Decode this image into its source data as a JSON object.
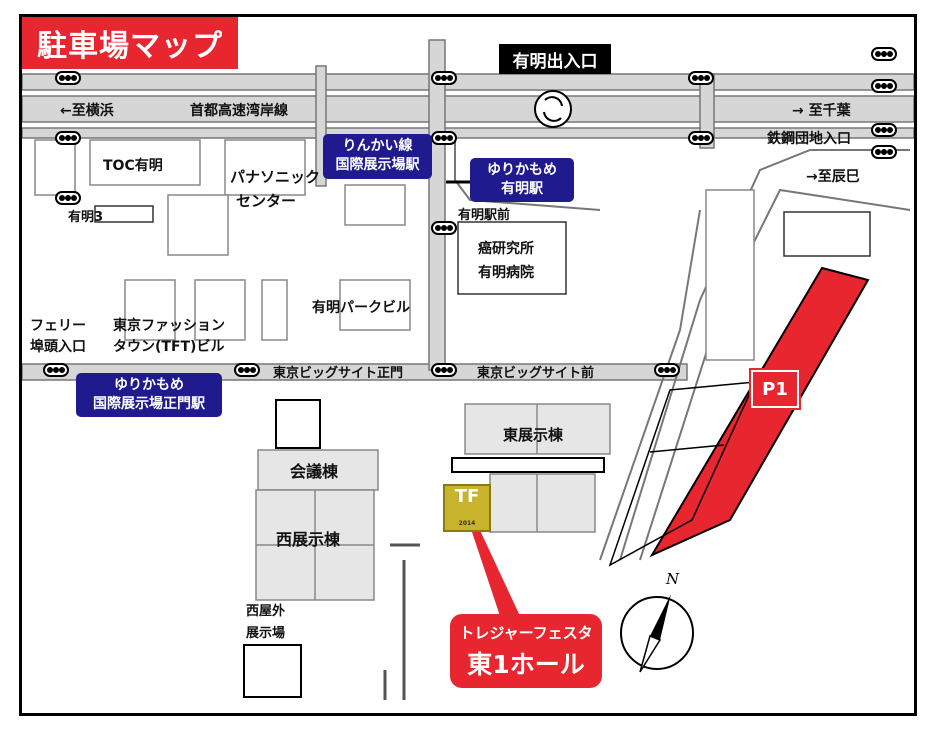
{
  "title": "駐車場マップ",
  "entrance": "有明出入口",
  "roads": {
    "expressway": "首都高速湾岸線",
    "to_yokohama": "←至横浜",
    "to_chiba": "→ 至千葉",
    "to_tatsumi": "→至辰巳",
    "tekko_danchi": "鉄鋼団地入口"
  },
  "stations": {
    "rinkai": [
      "りんかい線",
      "国際展示場駅"
    ],
    "yurikamome_ariake": [
      "ゆりかもめ",
      "有明駅"
    ],
    "yurikamome_seimon": [
      "ゆりかもめ",
      "国際展示場正門駅"
    ]
  },
  "places": {
    "toc": "TOC有明",
    "panasonic": [
      "パナソニック",
      "センター"
    ],
    "ariake3": "有明3",
    "ariake_station_front": "有明駅前",
    "cancer_institute": [
      "癌研究所",
      "有明病院"
    ],
    "park_bldg": "有明パークビル",
    "ferry": [
      "フェリー",
      "埠頭入口"
    ],
    "tft": [
      "東京ファッション",
      "タウン(TFT)ビル"
    ],
    "bigsight_seimon": "東京ビッグサイト正門",
    "bigsight_mae": "東京ビッグサイト前",
    "east_hall": "東展示棟",
    "conference": "会議棟",
    "west_hall": "西展示棟",
    "west_outdoor": [
      "西屋外",
      "展示場"
    ]
  },
  "parking": "P1",
  "callout": {
    "line1": "トレジャーフェスタ",
    "line2": "東1ホール"
  },
  "logo": {
    "text": "TF",
    "sub": "2014"
  },
  "north_label": "N",
  "colors": {
    "accent": "#e8262f",
    "station": "#1f1b8f",
    "road": "#d4d4d4",
    "building": "#e6e6e6"
  }
}
